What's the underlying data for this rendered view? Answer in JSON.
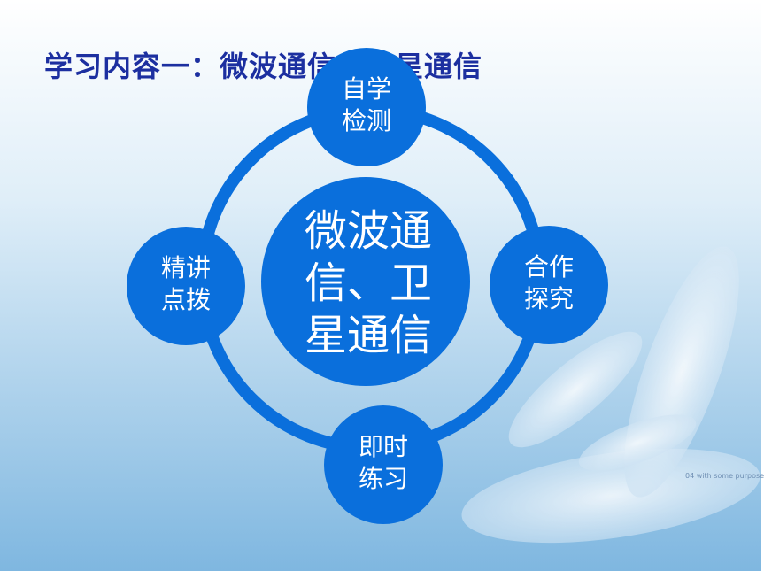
{
  "title": "学习内容一：微波通信、卫星通信",
  "center": {
    "lines": [
      "微波通",
      "信、卫",
      "星通信"
    ]
  },
  "nodes": {
    "top": {
      "lines": [
        "自学",
        "检测"
      ]
    },
    "right": {
      "lines": [
        "合作",
        "探究"
      ]
    },
    "bottom": {
      "lines": [
        "即时",
        "练习"
      ]
    },
    "left": {
      "lines": [
        "精讲",
        "点拨"
      ]
    }
  },
  "tagline": "04 with some purpose",
  "colors": {
    "circle": "#0a6fdc",
    "title": "#1c2fa0",
    "ring": "#0a6fdc"
  }
}
